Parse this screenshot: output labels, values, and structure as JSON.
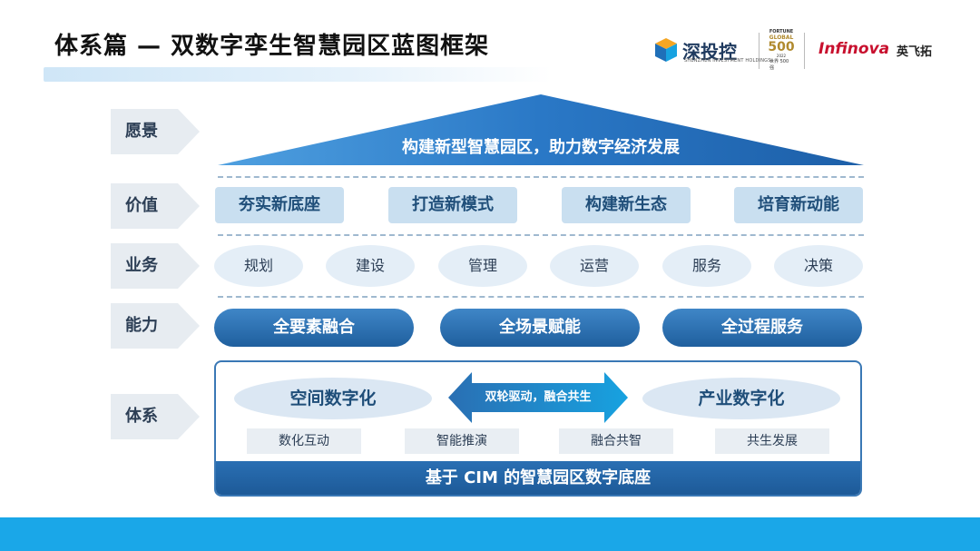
{
  "header": {
    "title": "体系篇 — 双数字孪生智慧园区蓝图框架",
    "logo_sdic": "深投控",
    "logo_sdic_sub": "SHENZHEN INVESTMENT HOLDINGS",
    "fortune_top": "FORTUNE",
    "fortune_global": "GLOBAL",
    "fortune_500": "500",
    "fortune_year": "2022",
    "fortune_cn": "世界 500 强",
    "infinova": "Infinova",
    "infinova_cn": "英飞拓"
  },
  "labels": {
    "vision": "愿景",
    "value": "价值",
    "business": "业务",
    "capability": "能力",
    "system": "体系"
  },
  "vision": "构建新型智慧园区，助力数字经济发展",
  "values": [
    "夯实新底座",
    "打造新模式",
    "构建新生态",
    "培育新动能"
  ],
  "business": [
    "规划",
    "建设",
    "管理",
    "运营",
    "服务",
    "决策"
  ],
  "capabilities": [
    "全要素融合",
    "全场景赋能",
    "全过程服务"
  ],
  "system": {
    "left": "空间数字化",
    "right": "产业数字化",
    "arrow": "双轮驱动，融合共生",
    "items": [
      "数化互动",
      "智能推演",
      "融合共智",
      "共生发展"
    ],
    "base": "基于 CIM 的智慧园区数字底座"
  },
  "colors": {
    "primary": "#1f5f9e",
    "light": "#c9dff0",
    "footer": "#1aa7e8",
    "brand_red": "#c8102e"
  }
}
